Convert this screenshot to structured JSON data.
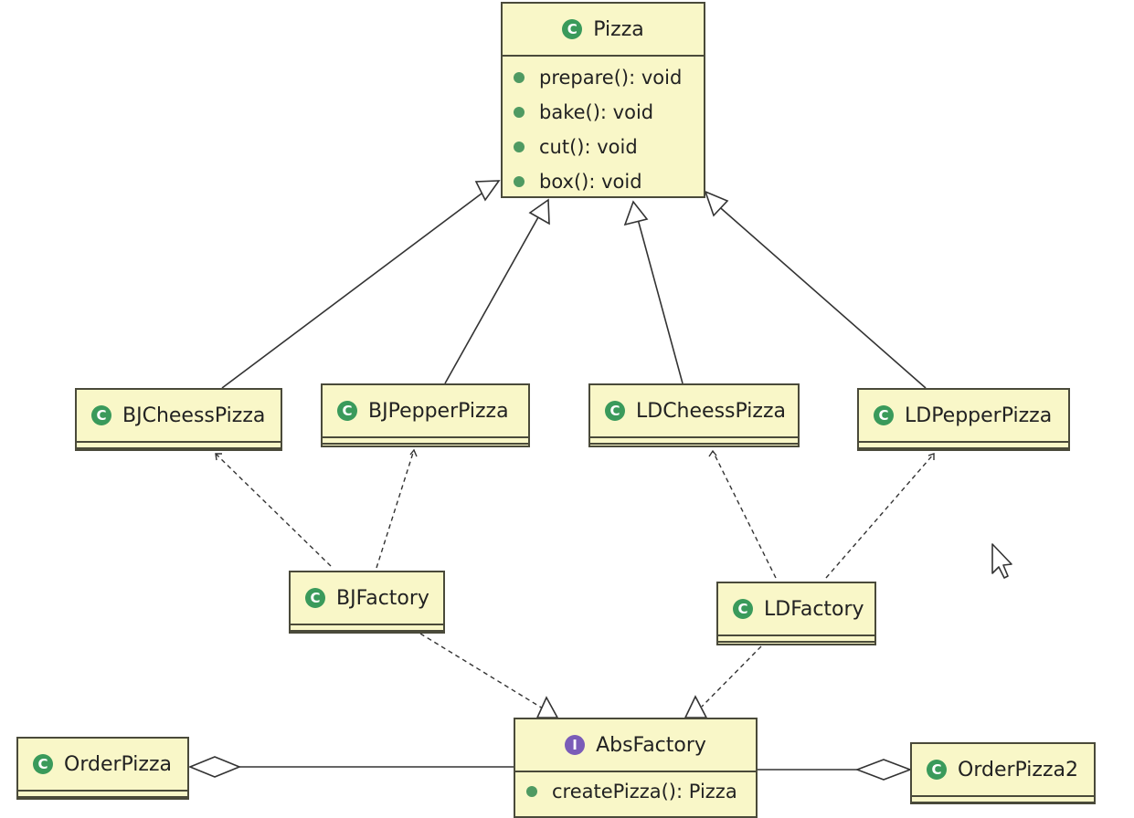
{
  "classes": {
    "pizza": {
      "name": "Pizza",
      "methods": [
        "prepare(): void",
        "bake(): void",
        "cut(): void",
        "box(): void"
      ]
    },
    "bj_cheess": {
      "name": "BJCheessPizza"
    },
    "bj_pepper": {
      "name": "BJPepperPizza"
    },
    "ld_cheess": {
      "name": "LDCheessPizza"
    },
    "ld_pepper": {
      "name": "LDPepperPizza"
    },
    "bj_factory": {
      "name": "BJFactory"
    },
    "ld_factory": {
      "name": "LDFactory"
    },
    "abs_factory": {
      "name": "AbsFactory",
      "stereotype": "interface",
      "methods": [
        "createPizza(): Pizza"
      ]
    },
    "order_pizza": {
      "name": "OrderPizza"
    },
    "order_pizza2": {
      "name": "OrderPizza2"
    }
  },
  "badges": {
    "class": "C",
    "interface": "I"
  },
  "relations": [
    {
      "from": "BJCheessPizza",
      "to": "Pizza",
      "type": "generalization"
    },
    {
      "from": "BJPepperPizza",
      "to": "Pizza",
      "type": "generalization"
    },
    {
      "from": "LDCheessPizza",
      "to": "Pizza",
      "type": "generalization"
    },
    {
      "from": "LDPepperPizza",
      "to": "Pizza",
      "type": "generalization"
    },
    {
      "from": "BJFactory",
      "to": "BJCheessPizza",
      "type": "dependency"
    },
    {
      "from": "BJFactory",
      "to": "BJPepperPizza",
      "type": "dependency"
    },
    {
      "from": "LDFactory",
      "to": "LDCheessPizza",
      "type": "dependency"
    },
    {
      "from": "LDFactory",
      "to": "LDPepperPizza",
      "type": "dependency"
    },
    {
      "from": "BJFactory",
      "to": "AbsFactory",
      "type": "realization"
    },
    {
      "from": "LDFactory",
      "to": "AbsFactory",
      "type": "realization"
    },
    {
      "from": "OrderPizza",
      "to": "AbsFactory",
      "type": "aggregation"
    },
    {
      "from": "OrderPizza2",
      "to": "AbsFactory",
      "type": "aggregation"
    }
  ],
  "colors": {
    "class_fill": "#f9f7c8",
    "class_border": "#4a4a3a",
    "class_badge": "#3a9a5b",
    "interface_badge": "#7a5cb8",
    "member_dot": "#4f9a62"
  }
}
